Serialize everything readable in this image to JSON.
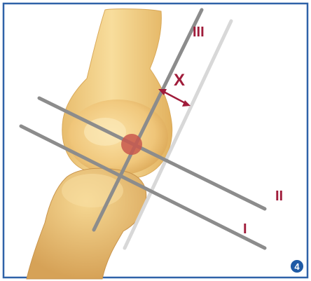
{
  "figure": {
    "axis_labels": {
      "axis_1": "I",
      "axis_2": "II",
      "axis_3": "III"
    },
    "offset_label": "X",
    "figure_number": "4"
  },
  "colors": {
    "border": "#2f62a8",
    "label": "#a01c3a",
    "axis_line": "#8c8c8c",
    "bone_fill": "#f3d48c",
    "bone_shadow": "#d9a95a",
    "center_marker": "#c8584e",
    "badge": "#1f5aa5"
  }
}
